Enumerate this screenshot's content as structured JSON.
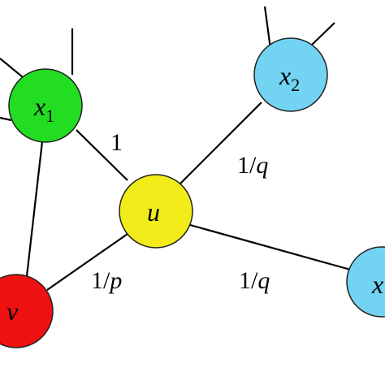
{
  "diagram": {
    "nodes": {
      "x1": {
        "label": "x",
        "subscript": "1",
        "color": "#22dd22"
      },
      "x2": {
        "label": "x",
        "subscript": "2",
        "color": "#72d4f2"
      },
      "x3": {
        "label": "x",
        "subscript": "",
        "color": "#72d4f2"
      },
      "u": {
        "label": "u",
        "color": "#f2ec1a"
      },
      "v": {
        "label": "v",
        "color": "#ee1111"
      }
    },
    "edge_weights": {
      "u_x1": {
        "text": "1"
      },
      "u_x2": {
        "num": "1/",
        "var": "q"
      },
      "u_v": {
        "num": "1/",
        "var": "p"
      },
      "u_x3": {
        "num": "1/",
        "var": "q"
      }
    }
  }
}
